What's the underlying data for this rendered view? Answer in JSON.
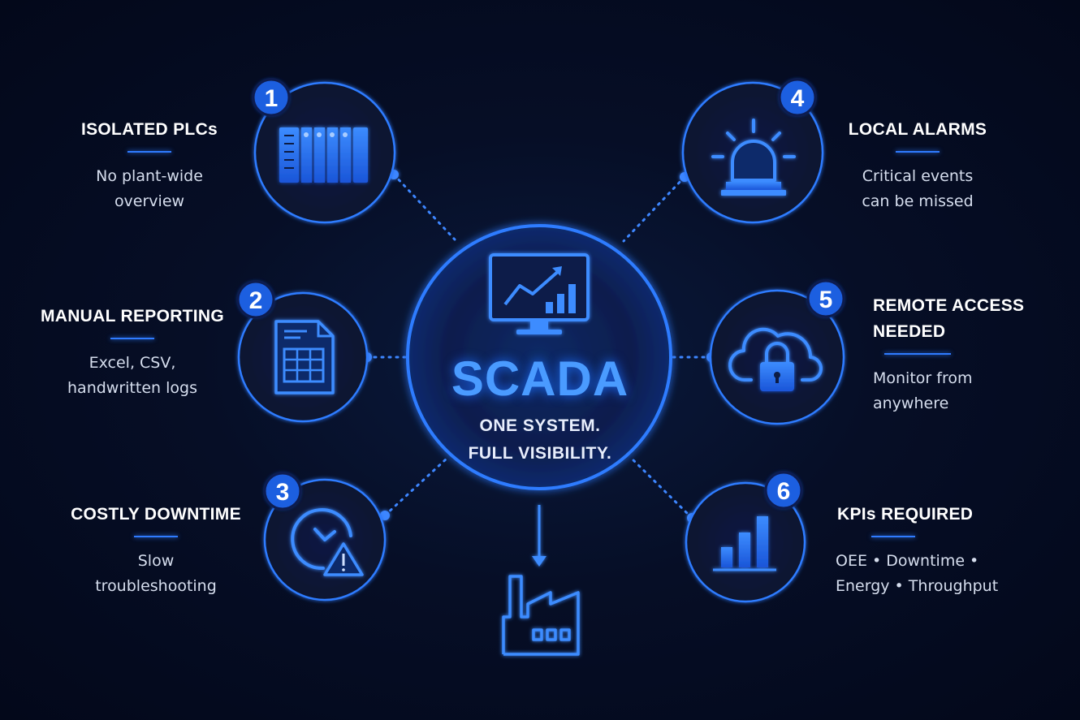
{
  "center": {
    "title": "SCADA",
    "subtitle_line1": "ONE SYSTEM.",
    "subtitle_line2": "FULL VISIBILITY."
  },
  "nodes": [
    {
      "number": "1",
      "title": "ISOLATED PLCs",
      "desc1": "No plant-wide",
      "desc2": "overview",
      "icon": "plc-rack-icon"
    },
    {
      "number": "2",
      "title": "MANUAL REPORTING",
      "desc1": "Excel, CSV,",
      "desc2": "handwritten logs",
      "icon": "spreadsheet-document-icon"
    },
    {
      "number": "3",
      "title": "COSTLY DOWNTIME",
      "desc1": "Slow",
      "desc2": "troubleshooting",
      "icon": "clock-warning-icon"
    },
    {
      "number": "4",
      "title": "LOCAL ALARMS",
      "desc1": "Critical events",
      "desc2": "can be missed",
      "icon": "alarm-beacon-icon"
    },
    {
      "number": "5",
      "title1": "REMOTE ACCESS",
      "title2": "NEEDED",
      "desc1": "Monitor from",
      "desc2": "anywhere",
      "icon": "cloud-lock-icon"
    },
    {
      "number": "6",
      "title": "KPIs REQUIRED",
      "desc1": "OEE • Downtime •",
      "desc2": "Energy • Throughput",
      "icon": "bar-chart-icon"
    }
  ],
  "colors": {
    "accent": "#2f7bff",
    "accent_light": "#4a9bff",
    "background": "#050d24",
    "badge": "#1f5fe0"
  }
}
